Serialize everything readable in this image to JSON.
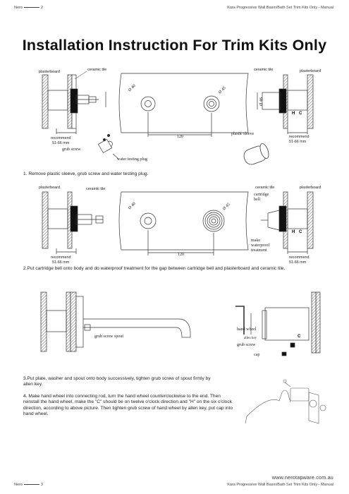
{
  "header": {
    "brand": "Nero",
    "page": "2",
    "doc_title": "Kara Progressive Wall Basin/Bath Set Trim Kits Only - Manual"
  },
  "title": "Installation Instruction For Trim Kits Only",
  "labels": {
    "plasterboard": "plasterboard",
    "ceramic_tile": "ceramic tile",
    "recommend": "recommend",
    "recommend_mm": "51-66 mm",
    "grub_screw": "grub screw",
    "water_testing_plug": "water testing plug",
    "plastic_sleeve": "plastic sleeve",
    "cartridge_bell": "cartridge\nbell",
    "make_waterproof": "make\nwaterproof\ntreatment",
    "grub_screw_spout": "grub screw spout",
    "hand_wheel": "hand wheel",
    "allen_key": "allen key",
    "grub_screw_plain": "grub screw",
    "cap": "cap",
    "dim_120": "120",
    "dim_phi40": "Ø 40",
    "dim_phi45": "Ø 45",
    "dim_phi46": "Ø 46",
    "dim_phi45b": "Ø 45"
  },
  "steps": {
    "step1": "1. Remove plastic sleeve, grub screw and water testing plug.",
    "step2": "2.Put cartridge bell onto body and do waterproof treatment for the gap between cartridge bell and plasterboard and ceramic tile.",
    "step3": "3.Put plate, washer and spout onto body successively, tighten grub screw of spout firmly by allen key.",
    "step4": "4. Make hand wheel into connecting rod, turn the hand wheel counterclockwise to the end. Then reinstall the hand wheel, make the \"C\" should be on twelve o'clock direction and \"H\" on the six o'clock direction, according to above picture. Then tighten grub screw of hand wheel by allen key, put cap into hand wheel."
  },
  "footer": {
    "url": "www.nerotapware.com.au",
    "brand": "Nero",
    "page": "3",
    "doc_title": "Kara Progressive Wall Basin/Bath Set Trim Kits Only - Manual"
  },
  "colors": {
    "text": "#222222",
    "line": "#333333"
  }
}
